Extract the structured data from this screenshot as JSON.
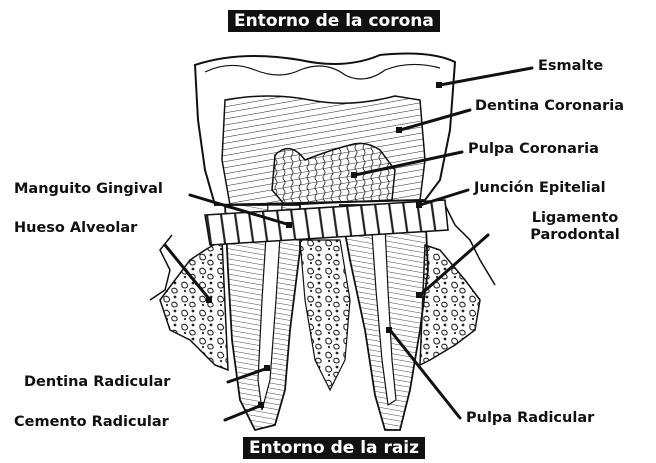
{
  "top_banner": "Entorno de la corona",
  "bottom_banner": "Entorno de la raiz",
  "labels": {
    "esmalte": "Esmalte",
    "dentina_coronaria": "Dentina Coronaria",
    "pulpa_coronaria": "Pulpa Coronaria",
    "manguito_gingival": "Manguito Gingival",
    "union_epitelial": "Junción Epitelial",
    "hueso_alveolar": "Hueso Alveolar",
    "ligamento_line1": "Ligamento",
    "ligamento_line2": "Parodontal",
    "dentina_radicular": "Dentina Radicular",
    "cemento_radicular": "Cemento Radicular",
    "pulpa_radicular": "Pulpa Radicular"
  },
  "colors": {
    "ink": "#111111",
    "banner_bg": "#111111",
    "banner_text": "#ffffff",
    "paper": "#ffffff"
  }
}
